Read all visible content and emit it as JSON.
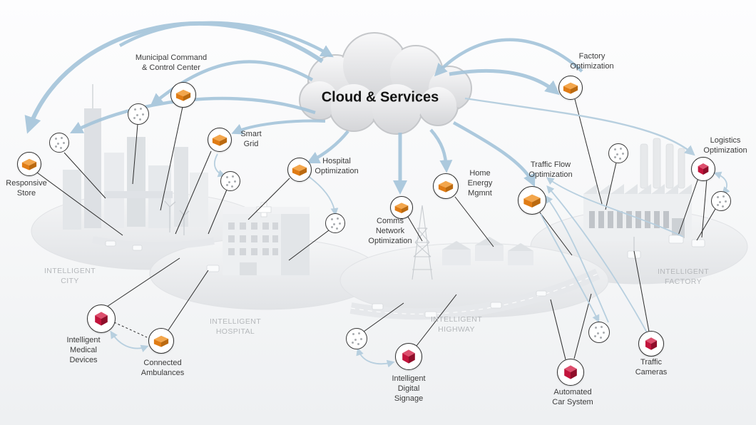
{
  "cloud": {
    "title": "Cloud & Services"
  },
  "zones": [
    {
      "id": "intelligent-city",
      "label": "INTELLIGENT\nCITY"
    },
    {
      "id": "intelligent-hospital",
      "label": "INTELLIGENT\nHOSPITAL"
    },
    {
      "id": "intelligent-highway",
      "label": "INTELLIGENT\nHIGHWAY"
    },
    {
      "id": "intelligent-factory",
      "label": "INTELLIGENT\nFACTORY"
    }
  ],
  "nodes": [
    {
      "id": "municipal-command-control-center",
      "label": "Municipal Command\n& Control Center",
      "icon": "gateway-box-icon"
    },
    {
      "id": "smart-grid",
      "label": "Smart\nGrid",
      "icon": "gateway-box-icon"
    },
    {
      "id": "responsive-store",
      "label": "Responsive\nStore",
      "icon": "gateway-box-icon"
    },
    {
      "id": "hospital-optimization",
      "label": "Hospital\nOptimization",
      "icon": "gateway-box-icon"
    },
    {
      "id": "comms-network-optimization",
      "label": "Comms\nNetwork\nOptimization",
      "icon": "gateway-box-icon"
    },
    {
      "id": "home-energy-mgmnt",
      "label": "Home\nEnergy\nMgmnt",
      "icon": "gateway-box-icon"
    },
    {
      "id": "traffic-flow-optimization",
      "label": "Traffic Flow\nOptimization",
      "icon": "gateway-box-icon"
    },
    {
      "id": "factory-optimization",
      "label": "Factory\nOptimization",
      "icon": "gateway-box-icon"
    },
    {
      "id": "connected-ambulances",
      "label": "Connected\nAmbulances",
      "icon": "gateway-box-icon"
    },
    {
      "id": "logistics-optimization",
      "label": "Logistics\nOptimization",
      "icon": "device-cube-icon"
    },
    {
      "id": "intelligent-medical-devices",
      "label": "Intelligent\nMedical\nDevices",
      "icon": "device-cube-icon"
    },
    {
      "id": "intelligent-digital-signage",
      "label": "Intelligent\nDigital\nSignage",
      "icon": "device-cube-icon"
    },
    {
      "id": "automated-car-system",
      "label": "Automated\nCar System",
      "icon": "device-cube-icon"
    },
    {
      "id": "traffic-cameras",
      "label": "Traffic\nCameras",
      "icon": "device-cube-icon"
    }
  ],
  "icons": {
    "gateway": "gateway-box-icon",
    "device": "device-cube-icon",
    "sensor": "sensor-dots-icon",
    "cloud": "cloud-shape"
  },
  "colors": {
    "arrow_blue": "#a4c4da",
    "arrow_blue_thin": "#b7cfdf",
    "gateway_orange_top": "#f3a64c",
    "gateway_orange_front": "#e07c15",
    "gateway_orange_side": "#bb6a10",
    "device_red_top": "#dd4f6d",
    "device_red_front": "#c2143c",
    "device_red_side": "#8f0e2a",
    "cloud_gray": "#dcdddf",
    "node_outline": "#2f2f2f",
    "zone_text": "#b5b8bb",
    "label_text": "#3b3b3b"
  }
}
